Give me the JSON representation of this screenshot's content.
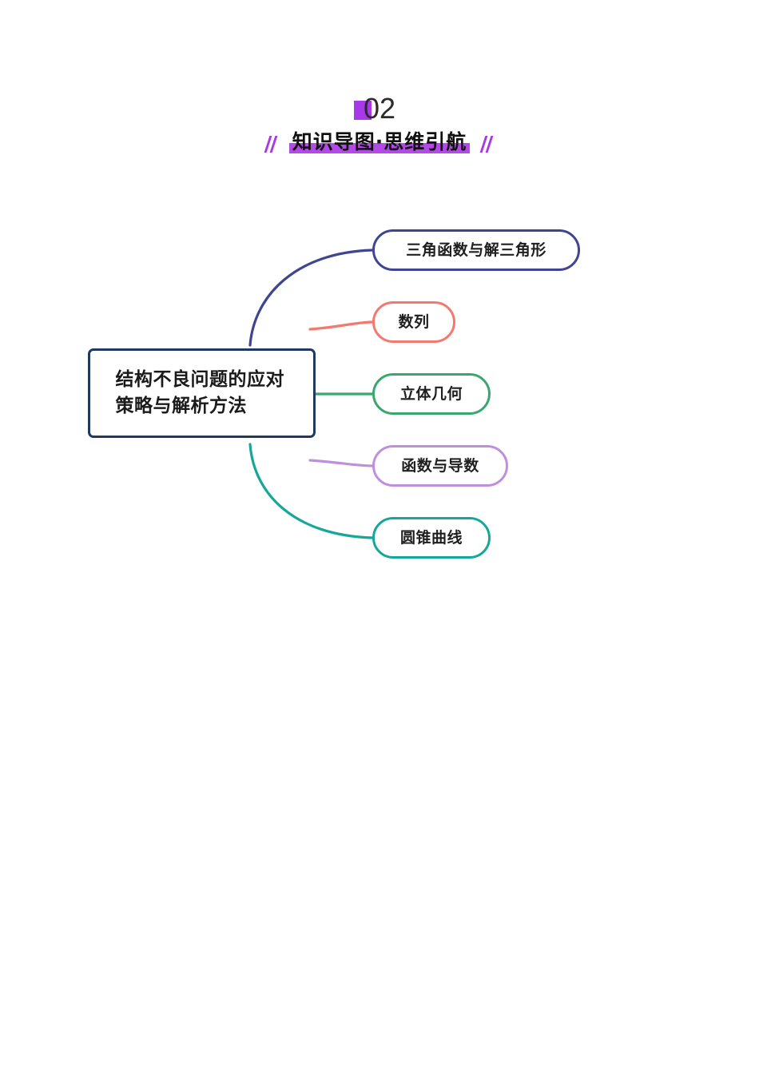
{
  "header": {
    "section_number": "02",
    "title": "知识导图·思维引航",
    "accent_color": "#a63ae8",
    "highlight_color": "#b34ae8",
    "left_slash": "//",
    "right_slash": "\\\\"
  },
  "mindmap": {
    "central": {
      "label": "结构不良问题的应对策略与解析方法",
      "border_color": "#1f3a5f"
    },
    "branches": [
      {
        "label": "三角函数与解三角形",
        "color": "#3f4590",
        "connector": "curve-up-long"
      },
      {
        "label": "数列",
        "color": "#f4786e",
        "connector": "curve-up-short"
      },
      {
        "label": "立体几何",
        "color": "#3aa76d",
        "connector": "straight"
      },
      {
        "label": "函数与导数",
        "color": "#bf8fdd",
        "connector": "curve-down-short"
      },
      {
        "label": "圆锥曲线",
        "color": "#16a79b",
        "connector": "curve-down-long"
      }
    ]
  }
}
